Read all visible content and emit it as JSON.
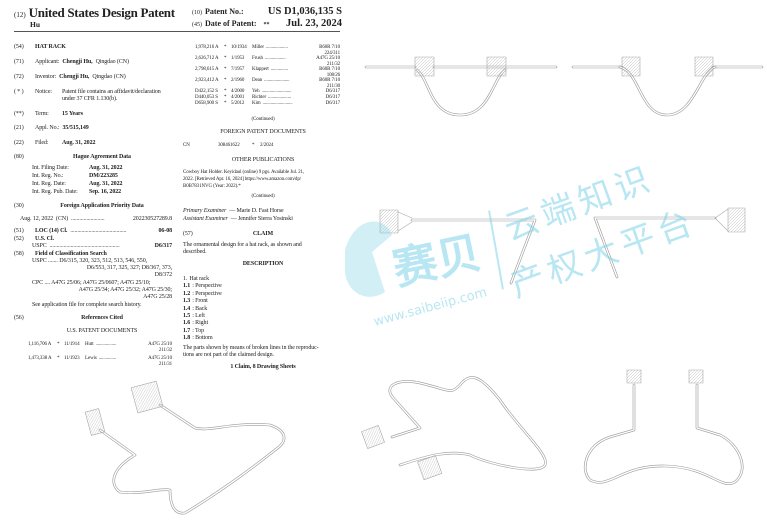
{
  "header": {
    "code12": "(12)",
    "doc_type": "United States Design Patent",
    "inventor_short": "Hu",
    "code10": "(10)",
    "patent_no_label": "Patent No.:",
    "patent_no": "US D1,036,135 S",
    "code45": "(45)",
    "date_label": "Date of Patent:",
    "date_mark": "**",
    "date": "Jul. 23, 2024"
  },
  "left": {
    "title_code": "(54)",
    "title": "HAT RACK",
    "applicant_code": "(71)",
    "applicant_label": "Applicant:",
    "applicant_name": "Chengji Hu,",
    "applicant_loc": "Qingdao (CN)",
    "inventor_code": "(72)",
    "inventor_label": "Inventor:",
    "inventor_name": "Chengji Hu,",
    "inventor_loc": "Qingdao (CN)",
    "notice_code": "( * )",
    "notice_label": "Notice:",
    "notice_line1": "Patent file contains an affidavit/declaration",
    "notice_line2": "under 37 CFR 1.130(b).",
    "term_code": "(**)",
    "term_label": "Term:",
    "term_value": "15 Years",
    "appl_code": "(21)",
    "appl_label": "Appl. No.:",
    "appl_value": "35/515,149",
    "filed_code": "(22)",
    "filed_label": "Filed:",
    "filed_value": "Aug. 31, 2022",
    "hague_code": "(80)",
    "hague_heading": "Hague Agreement Data",
    "hague_rows": [
      {
        "label": "Int. Filing Date:",
        "value": "Aug. 31, 2022"
      },
      {
        "label": "Int. Reg. No.:",
        "value": "DM/223285"
      },
      {
        "label": "Int. Reg. Date:",
        "value": "Aug. 31, 2022"
      },
      {
        "label": "Int. Reg. Pub. Date:",
        "value": "Sep. 16, 2022"
      }
    ],
    "priority_code": "(30)",
    "priority_heading": "Foreign Application Priority Data",
    "priority_date": "Aug. 12, 2022",
    "priority_country": "(CN)",
    "priority_dots": "........................",
    "priority_no": "202230527289.8",
    "loc_code": "(51)",
    "loc_label": "LOC (14) Cl.",
    "loc_dots": "........................................",
    "loc_value": "06-08",
    "uscl_code": "(52)",
    "uscl_label": "U.S. Cl.",
    "uspc_label": "USPC",
    "uspc_dots": "..................................................",
    "uspc_value": "D6/317",
    "field_code": "(58)",
    "field_heading": "Field of Classification Search",
    "field_uspc_lines": [
      "USPC ....... D6/315, 320, 323, 512, 513, 546, 550,",
      "D6/553, 317, 325, 327; D8/367, 373,",
      "D8/372"
    ],
    "field_cpc_lines": [
      "CPC .... A47G 25/06; A47G 25/0607; A47G 25/10;",
      "A47G 25/34; A47G 25/32; A47G 25/30;",
      "A47G 25/28"
    ],
    "search_history": "See application file for complete search history.",
    "refs_code": "(56)",
    "refs_heading": "References Cited",
    "us_docs_heading": "U.S. PATENT DOCUMENTS",
    "us_refs": [
      {
        "no": "1,116,706 A",
        "star": "*",
        "date": "11/1914",
        "name": "Hutt",
        "dots": "..................",
        "cls": "A47G 25/10",
        "sub": "211/32"
      },
      {
        "no": "1,473,338 A",
        "star": "*",
        "date": "11/1923",
        "name": "Lewis",
        "dots": "...............",
        "cls": "A47G 25/10",
        "sub": "211/31"
      }
    ]
  },
  "right": {
    "us_refs": [
      {
        "no": "1,978,216 A",
        "star": "*",
        "date": "10/1934",
        "name": "Miller",
        "dots": "...................",
        "cls": "B60R 7/10",
        "sub": "224/311"
      },
      {
        "no": "2,626,712 A",
        "star": "*",
        "date": "1/1953",
        "name": "Frush",
        "dots": "..................",
        "cls": "A47G 25/10",
        "sub": "211/32"
      },
      {
        "no": "2,798,615 A",
        "star": "*",
        "date": "7/1957",
        "name": "Klappert",
        "dots": "...............",
        "cls": "B60R 7/10",
        "sub": "108/26"
      },
      {
        "no": "2,923,412 A",
        "star": "*",
        "date": "2/1960",
        "name": "Dean",
        "dots": "......................",
        "cls": "B60R 7/10",
        "sub": "211/30"
      },
      {
        "no": "D422,152 S",
        "star": "*",
        "date": "4/2000",
        "name": "Yeh",
        "dots": "..........................",
        "cls": "D6/317",
        "sub": ""
      },
      {
        "no": "D440,053 S",
        "star": "*",
        "date": "4/2001",
        "name": "Richter",
        "dots": "....................",
        "cls": "D6/317",
        "sub": ""
      },
      {
        "no": "D658,900 S",
        "star": "*",
        "date": "5/2012",
        "name": "Kim",
        "dots": "..........................",
        "cls": "D6/317",
        "sub": ""
      }
    ],
    "continued": "(Continued)",
    "foreign_heading": "FOREIGN PATENT DOCUMENTS",
    "foreign_country": "CN",
    "foreign_no": "308461622",
    "foreign_star": "*",
    "foreign_date": "2/2024",
    "other_heading": "OTHER PUBLICATIONS",
    "other_lines": [
      "Cowboy Hat Holder. Keyidaul (online) 9 pgs. Available Jul. 21,",
      "2022. [Retrieved Apr. 16, 2024] https://www.amazon.com/dp/",
      "B0B7831NVG (Year: 2022).*"
    ],
    "continued2": "(Continued)",
    "primary_label": "Primary Examiner",
    "primary_name": "— Marie D. Fast Horse",
    "assistant_label": "Assistant Examiner",
    "assistant_name": "— Jennifer Sierra Yosinski",
    "claim_code": "(57)",
    "claim_heading": "CLAIM",
    "claim_lines": [
      "The ornamental design for a hat rack, as shown and",
      "described."
    ],
    "desc_heading": "DESCRIPTION",
    "desc_items": [
      {
        "num": "1.",
        "text": "Hat rack"
      },
      {
        "num": "1.1",
        "text": ": Perspective"
      },
      {
        "num": "1.2",
        "text": ": Perspective"
      },
      {
        "num": "1.3",
        "text": ": Front"
      },
      {
        "num": "1.4",
        "text": ": Back"
      },
      {
        "num": "1.5",
        "text": ": Left"
      },
      {
        "num": "1.6",
        "text": ": Right"
      },
      {
        "num": "1.7",
        "text": ": Top"
      },
      {
        "num": "1.8",
        "text": ": Bottom"
      }
    ],
    "broken_lines": [
      "The parts shown by means of broken lines in the reproduc-",
      "tions are not part of the claimed design."
    ],
    "sheets": "1 Claim, 8 Drawing Sheets"
  },
  "watermark": {
    "brand": "赛贝",
    "slogan_line1": "云端知识",
    "slogan_line2": "产权大平台",
    "url": "www.saibeiip.com",
    "color": "#7fd3e8"
  },
  "drawings": {
    "count": 7,
    "stroke_color": "#9a9a9a"
  }
}
